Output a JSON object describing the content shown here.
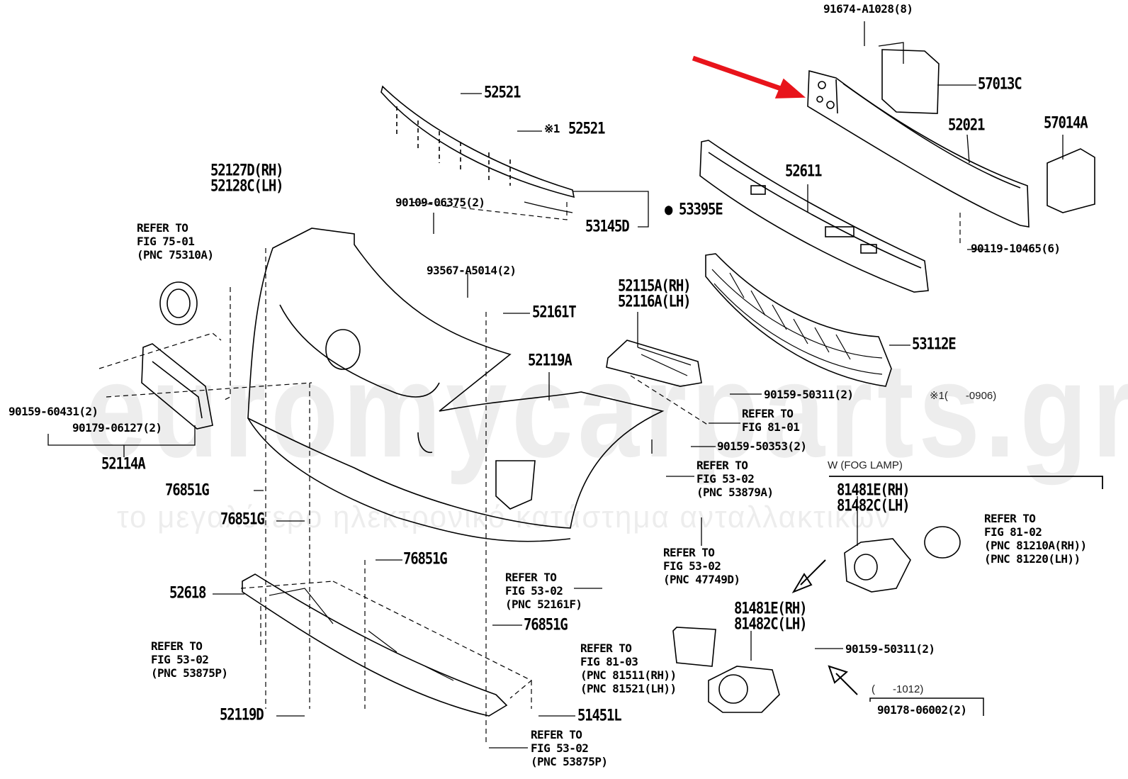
{
  "watermark": {
    "brand": "euromycarparts.gr",
    "tagline": "το μεγαλύτερο ηλεκτρονικό κατάστημα ανταλλακτικών"
  },
  "colors": {
    "arrow": "#e8141b",
    "line": "#000000"
  },
  "parts": {
    "p91674": "91674-A1028(8)",
    "p52521a": "52521",
    "p52521b_mark": "※1",
    "p52521b": "52521",
    "p57013C": "57013C",
    "p52021": "52021",
    "p57014A": "57014A",
    "p52611": "52611",
    "p52127D": "52127D(RH)",
    "p52128C": "52128C(LH)",
    "p90109": "90109-06375(2)",
    "p53395E_mark": "●",
    "p53395E": "53395E",
    "p53145D": "53145D",
    "p90119": "90119-10465(6)",
    "p93567": "93567-A5014(2)",
    "p52115A": "52115A(RH)",
    "p52116A": "52116A(LH)",
    "p52161T": "52161T",
    "p53112E": "53112E",
    "p52119A": "52119A",
    "p90159_50311a": "90159-50311(2)",
    "note_0906": "※1(      -0906)",
    "p90159_60431": "90159-60431(2)",
    "p90179": "90179-06127(2)",
    "p90159_50353": "90159-50353(2)",
    "p52114A": "52114A",
    "fog_lamp_title": "W (FOG LAMP)",
    "p81481E_a": "81481E(RH)",
    "p81482C_a": "81482C(LH)",
    "p76851G_a": "76851G",
    "p76851G_b": "76851G",
    "p76851G_c": "76851G",
    "p76851G_d": "76851G",
    "p52618": "52618",
    "p81481E_b": "81481E(RH)",
    "p81482C_b": "81482C(LH)",
    "p90159_50311b": "90159-50311(2)",
    "note_1012": "(      -1012)",
    "p90178": "90178-06002(2)",
    "p52119D": "52119D",
    "p51451L": "51451L"
  },
  "refs": {
    "fig75": "REFER TO\nFIG 75-01\n(PNC 75310A)",
    "fig8101": "REFER TO\nFIG 81-01",
    "fig53879A": "REFER TO\nFIG 53-02\n(PNC 53879A)",
    "fig8102": "REFER TO\nFIG 81-02\n(PNC 81210A(RH))\n(PNC 81220(LH))",
    "fig47749D": "REFER TO\nFIG 53-02\n(PNC 47749D)",
    "fig52161F": "REFER TO\nFIG 53-02\n(PNC 52161F)",
    "fig53875P_a": "REFER TO\nFIG 53-02\n(PNC 53875P)",
    "fig8103": "REFER TO\nFIG 81-03\n(PNC 81511(RH))\n(PNC 81521(LH))",
    "fig53875P_b": "REFER TO\nFIG 53-02\n(PNC 53875P)"
  }
}
